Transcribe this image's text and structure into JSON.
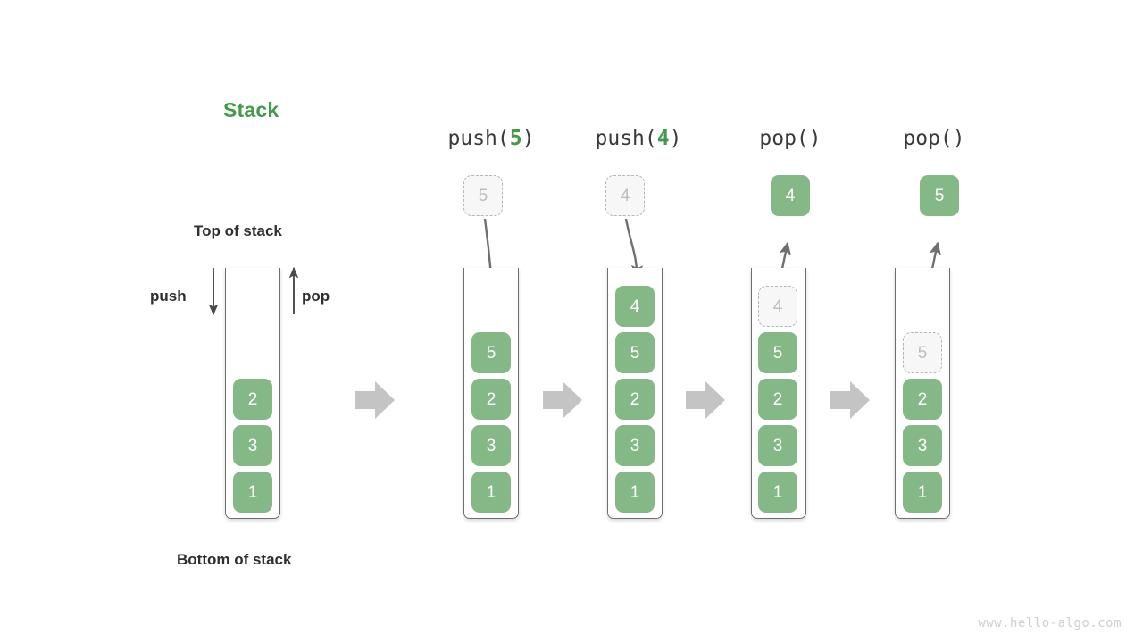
{
  "title": "Stack",
  "labels": {
    "top_of_stack": "Top of stack",
    "bottom_of_stack": "Bottom of stack",
    "push": "push",
    "pop": "pop"
  },
  "watermark": "www.hello-algo.com",
  "colors": {
    "accent_green": "#449a4b",
    "cell_green": "#84b887",
    "ghost_fill": "#f7f7f7",
    "ghost_border": "#b6b6b6",
    "ghost_text": "#bdbdbd",
    "outline": "#6f6f6f",
    "arrow_gray": "#6f6f6f",
    "transition_arrow": "#c4c4c4",
    "text_dark": "#2f2f2f",
    "watermark": "#cfcfcf"
  },
  "columns": [
    {
      "id": "initial",
      "header": null,
      "header_op": null,
      "header_arg": null,
      "floating": null,
      "cells": [
        "2",
        "3",
        "1"
      ]
    },
    {
      "id": "push-5",
      "header": "push(5)",
      "header_op_prefix": "push(",
      "header_arg": "5",
      "header_op_suffix": ")",
      "floating": {
        "value": "5",
        "style": "ghost",
        "position": "above"
      },
      "cells": [
        "5",
        "2",
        "3",
        "1"
      ]
    },
    {
      "id": "push-4",
      "header": "push(4)",
      "header_op_prefix": "push(",
      "header_arg": "4",
      "header_op_suffix": ")",
      "floating": {
        "value": "4",
        "style": "ghost",
        "position": "above"
      },
      "cells": [
        "4",
        "5",
        "2",
        "3",
        "1"
      ]
    },
    {
      "id": "pop-1",
      "header": "pop()",
      "header_op_prefix": "pop()",
      "header_arg": "",
      "header_op_suffix": "",
      "floating": {
        "value": "4",
        "style": "filled",
        "position": "above"
      },
      "cells": [
        "4",
        "5",
        "2",
        "3",
        "1"
      ],
      "ghost_index": 0
    },
    {
      "id": "pop-2",
      "header": "pop()",
      "header_op_prefix": "pop()",
      "header_arg": "",
      "header_op_suffix": "",
      "floating": {
        "value": "5",
        "style": "filled",
        "position": "above"
      },
      "cells": [
        "5",
        "2",
        "3",
        "1"
      ],
      "ghost_index": 0
    }
  ],
  "transition_arrows": 4,
  "chart_data": {
    "type": "diagram",
    "title": "Stack",
    "description": "Stack push and pop operation sequence",
    "sequence": [
      {
        "operation": "initial",
        "stack_bottom_to_top": [
          "1",
          "3",
          "2"
        ]
      },
      {
        "operation": "push(5)",
        "stack_bottom_to_top": [
          "1",
          "3",
          "2",
          "5"
        ]
      },
      {
        "operation": "push(4)",
        "stack_bottom_to_top": [
          "1",
          "3",
          "2",
          "5",
          "4"
        ]
      },
      {
        "operation": "pop()",
        "returns": "4",
        "stack_bottom_to_top": [
          "1",
          "3",
          "2",
          "5"
        ]
      },
      {
        "operation": "pop()",
        "returns": "5",
        "stack_bottom_to_top": [
          "1",
          "3",
          "2"
        ]
      }
    ]
  }
}
